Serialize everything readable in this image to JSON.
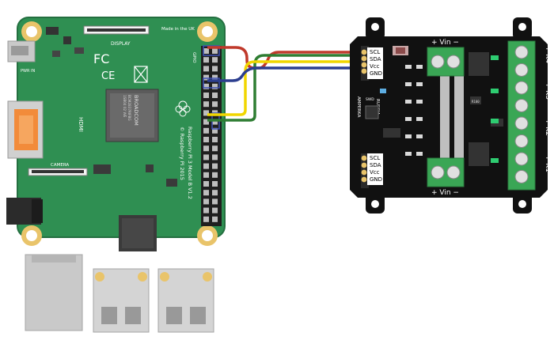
{
  "rpi": {
    "board_color": "#2f8f52",
    "board_dark": "#1d6b3b",
    "made_in": "Made in the UK",
    "display_label": "DISPLAY",
    "pwr_label": "PWR IN",
    "gpio_label": "GPIO",
    "hdmi_label": "HDMI",
    "camera_label": "CAMERA",
    "model_text": "Raspberry Pi 3 Model B V1.2",
    "copyright_text": "© Raspberry Pi 2015",
    "soc_brand": "BROADCOM",
    "soc_lines": [
      "BCM2837RIFBG",
      "1SB04 02 WE"
    ]
  },
  "module": {
    "board_color": "#111111",
    "vin_top": "+ Vin −",
    "vin_bottom": "+ Vin −",
    "i2c_pins_top": [
      "SCL",
      "SDA",
      "Vcc",
      "GND"
    ],
    "i2c_pins_bottom": [
      "SCL",
      "SDA",
      "Vcc",
      "GND"
    ],
    "terminal_labels": [
      "+ K4 −",
      "+ K3 −",
      "+ K2 −",
      "+ K1 −"
    ],
    "side_text": "RUSSIA",
    "brand_text": "AMPERKA",
    "swd_text": "SWD",
    "chip_text": "R100"
  },
  "wires": [
    {
      "name": "scl-wire",
      "color": "#c0392b"
    },
    {
      "name": "sda-wire",
      "color": "#2e7d32"
    },
    {
      "name": "vcc-wire",
      "color": "#2c3e8f"
    },
    {
      "name": "gnd-wire",
      "color": "#f1d600"
    }
  ]
}
